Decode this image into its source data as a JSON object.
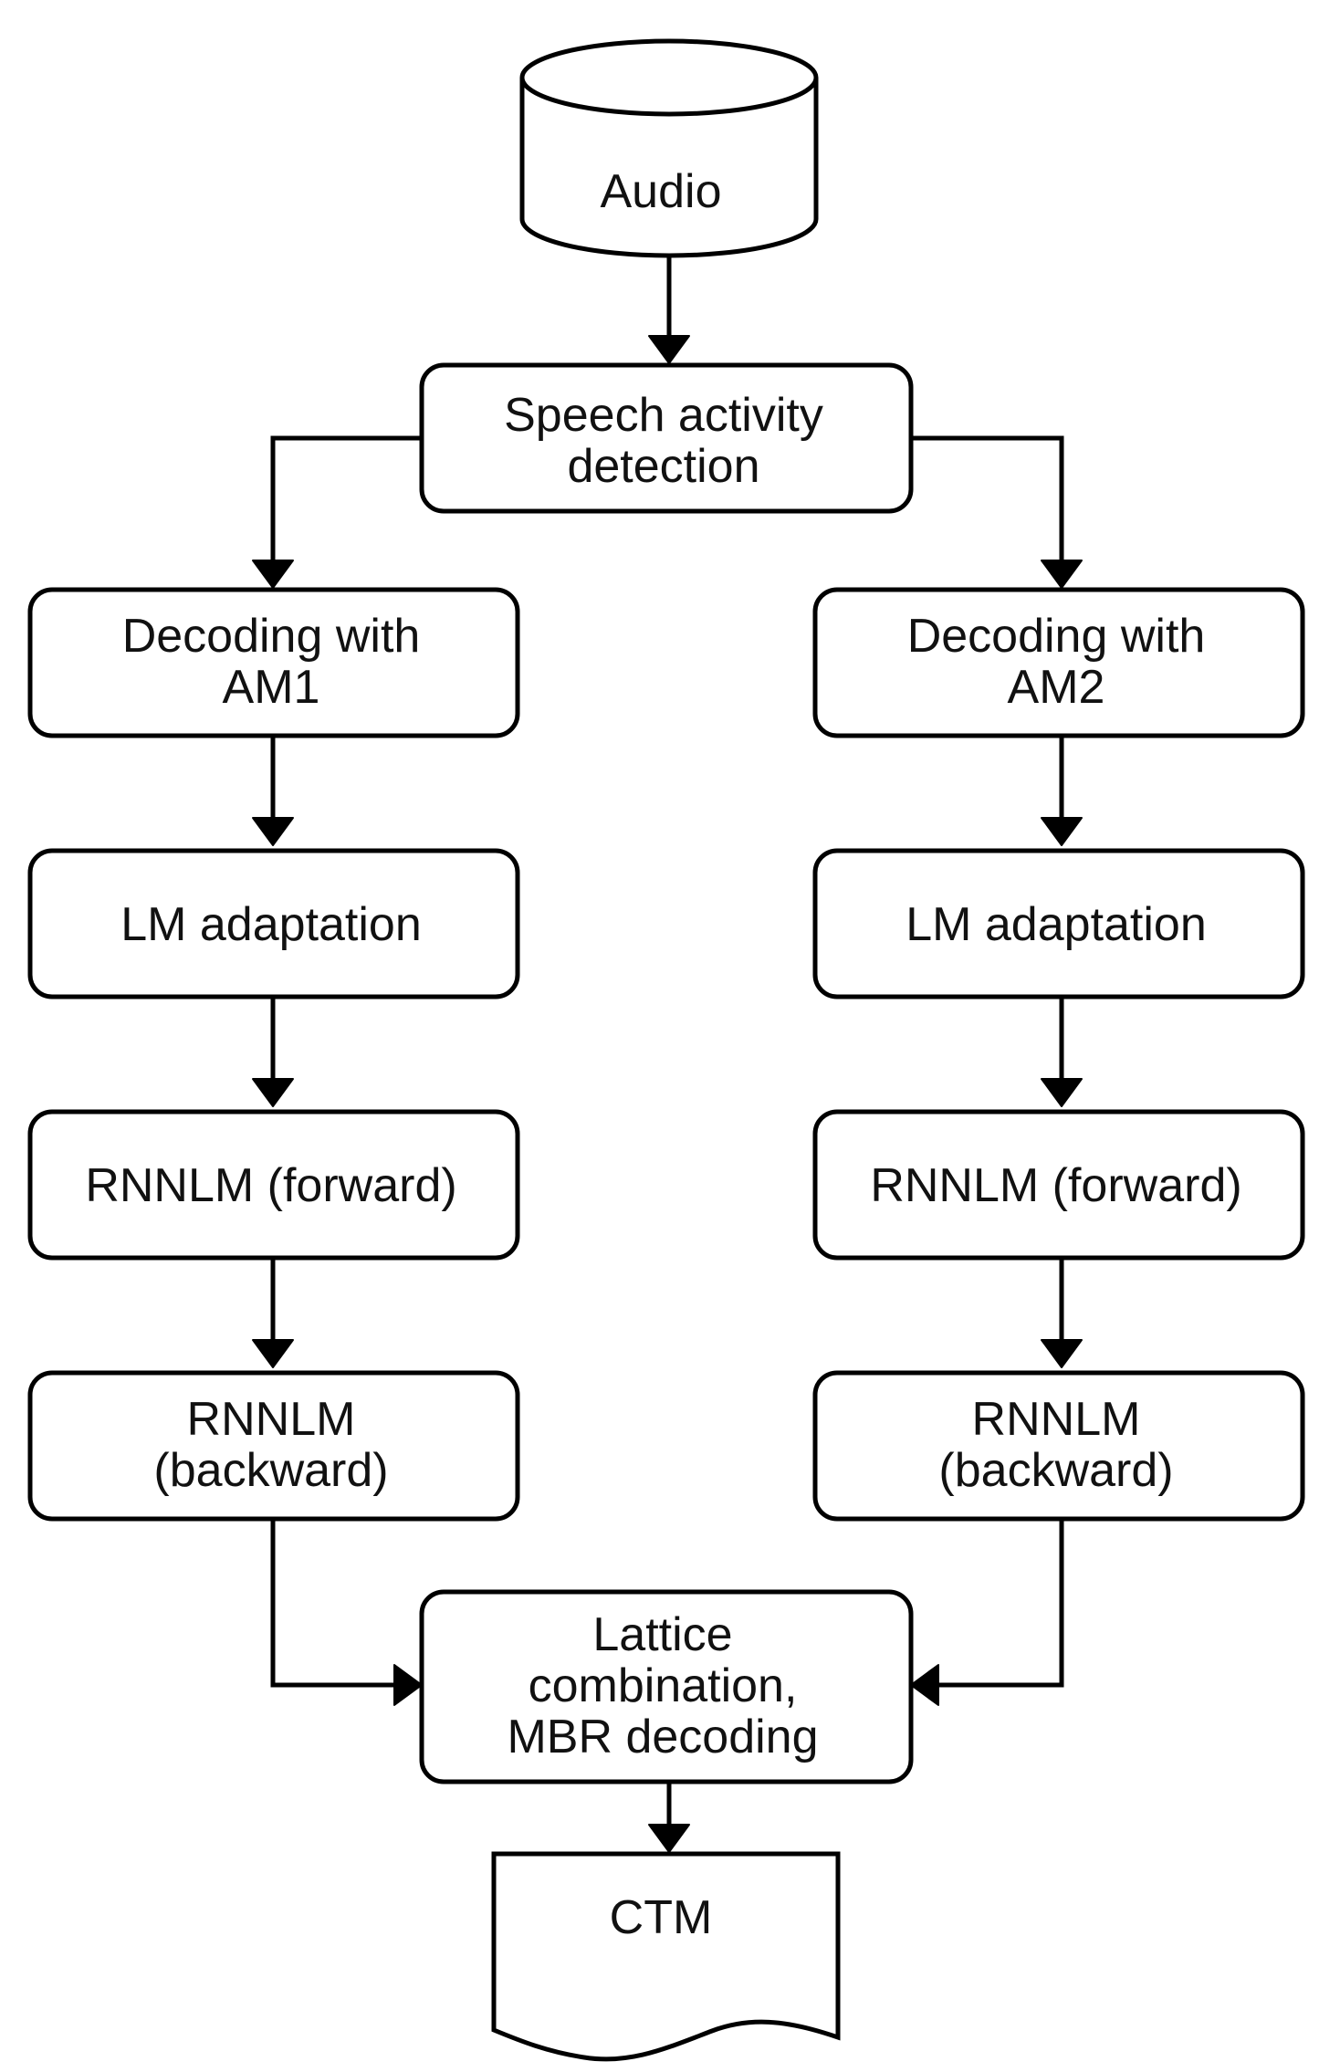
{
  "diagram": {
    "nodes": {
      "audio": {
        "label": "Audio"
      },
      "sad": {
        "line1": "Speech activity",
        "line2": "detection"
      },
      "dec1": {
        "line1": "Decoding with",
        "line2": "AM1"
      },
      "dec2": {
        "line1": "Decoding with",
        "line2": "AM2"
      },
      "lm1": {
        "label": "LM adaptation"
      },
      "lm2": {
        "label": "LM adaptation"
      },
      "fwd1": {
        "label": "RNNLM (forward)"
      },
      "fwd2": {
        "label": "RNNLM (forward)"
      },
      "bwd1": {
        "line1": "RNNLM",
        "line2": "(backward)"
      },
      "bwd2": {
        "line1": "RNNLM",
        "line2": "(backward)"
      },
      "combo": {
        "line1": "Lattice",
        "line2": "combination,",
        "line3": "MBR decoding"
      },
      "ctm": {
        "label": "CTM"
      }
    },
    "edges": [
      {
        "from": "Audio",
        "to": "Speech activity detection"
      },
      {
        "from": "Speech activity detection",
        "to": "Decoding with AM1"
      },
      {
        "from": "Speech activity detection",
        "to": "Decoding with AM2"
      },
      {
        "from": "Decoding with AM1",
        "to": "LM adaptation"
      },
      {
        "from": "Decoding with AM2",
        "to": "LM adaptation"
      },
      {
        "from": "LM adaptation",
        "to": "RNNLM (forward)"
      },
      {
        "from": "LM adaptation",
        "to": "RNNLM (forward)"
      },
      {
        "from": "RNNLM (forward)",
        "to": "RNNLM (backward)"
      },
      {
        "from": "RNNLM (forward)",
        "to": "RNNLM (backward)"
      },
      {
        "from": "RNNLM (backward)",
        "to": "Lattice combination, MBR decoding"
      },
      {
        "from": "RNNLM (backward)",
        "to": "Lattice combination, MBR decoding"
      },
      {
        "from": "Lattice combination, MBR decoding",
        "to": "CTM"
      }
    ]
  }
}
